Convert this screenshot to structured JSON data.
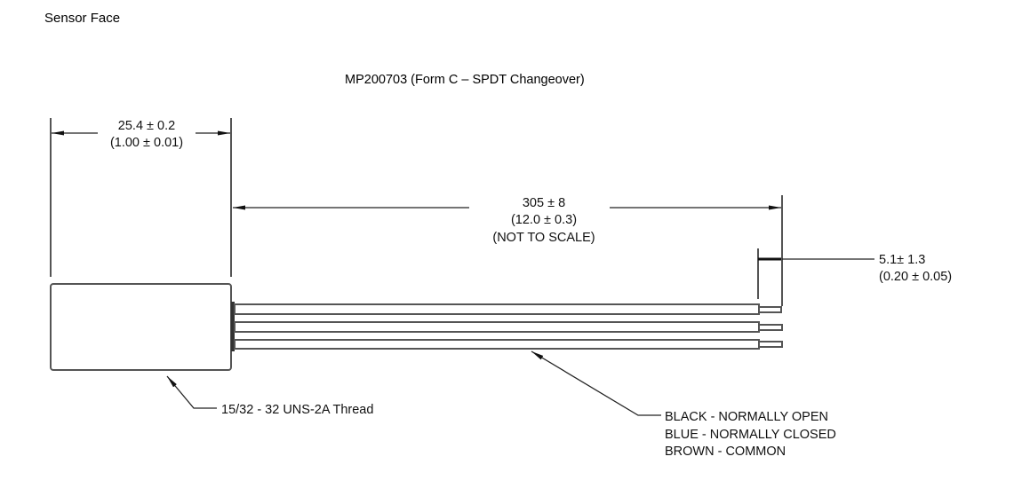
{
  "header": {
    "section_label": "Sensor Face",
    "title": "MP200703 (Form C – SPDT Changeover)"
  },
  "dimensions": {
    "body_length": {
      "metric": "25.4 ± 0.2",
      "imperial": "(1.00 ± 0.01)"
    },
    "lead_length": {
      "metric": "305 ± 8",
      "imperial": "(12.0 ± 0.3)",
      "note": "(NOT TO SCALE)"
    },
    "strip_length": {
      "metric": "5.1± 1.3",
      "imperial": "(0.20 ± 0.05)"
    }
  },
  "callouts": {
    "thread": "15/32 - 32 UNS-2A Thread",
    "wires": [
      "BLACK - NORMALLY OPEN",
      "BLUE - NORMALLY CLOSED",
      "BROWN - COMMON"
    ]
  }
}
